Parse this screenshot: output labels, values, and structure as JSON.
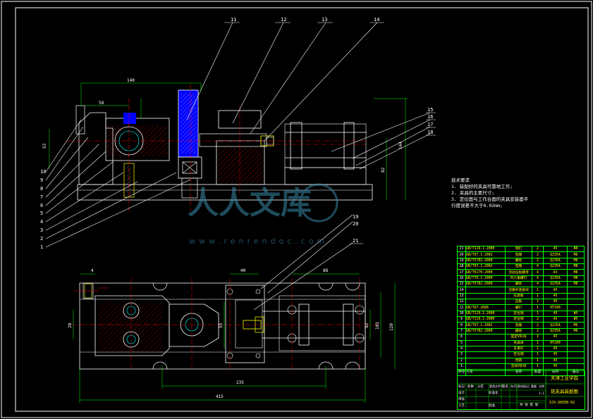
{
  "balloons": {
    "top": [
      "11",
      "12",
      "13",
      "14"
    ],
    "right": [
      "15",
      "16",
      "17",
      "18"
    ],
    "left": [
      "10",
      "9",
      "8",
      "7",
      "6",
      "5",
      "4",
      "3",
      "2",
      "1"
    ],
    "plan": [
      "19",
      "20",
      "21"
    ]
  },
  "dims": {
    "d140": "140",
    "d58": "58",
    "d53": "53",
    "d144": "144",
    "d82": "82",
    "d40": "40",
    "d88": "88",
    "d4": "4",
    "d235": "235",
    "d415": "415",
    "d120": "120",
    "d103": "103",
    "d92": "92",
    "d55": "55",
    "d20": "20"
  },
  "notes": {
    "heading": "技术要求",
    "items": [
      "1. 装配好的夹具可靠地工作;",
      "2. 夹具的主要尺寸;",
      "3. 定位面与工作台面的夹具安装面平",
      "行度误差不大于0.02mm;"
    ]
  },
  "watermark": {
    "brand": "人人文库",
    "url": "www.renrendoc.com"
  },
  "bom": {
    "rows": [
      [
        "21",
        "GB/T119.1-2000",
        "销钉",
        "2",
        "45",
        "Φ8"
      ],
      [
        "20",
        "GB/T97.1-2002",
        "垫圈",
        "2",
        "Q235A",
        "M6"
      ],
      [
        "19",
        "GB/T5782-2000",
        "螺栓",
        "2",
        "Q235A",
        "M6"
      ],
      [
        "18",
        "GB/T97.1-2002",
        "垫圈",
        "4",
        "Q235A",
        "M8"
      ],
      [
        "17",
        "GB/T6170-2000",
        "活动压板螺母",
        "4",
        "A3",
        "M8"
      ],
      [
        "16",
        "GB/T70.1-2000",
        "内六角螺钉",
        "4",
        "Q235A",
        "M8"
      ],
      [
        "15",
        "GB/T5782-2000",
        "螺栓",
        "4",
        "Q235A",
        "M8"
      ],
      [
        "14",
        "",
        "活塞杆连接块",
        "1",
        "45",
        ""
      ],
      [
        "13",
        "",
        "压紧板",
        "1",
        "45",
        ""
      ],
      [
        "12",
        "",
        "压板",
        "1",
        "45",
        ""
      ],
      [
        "11",
        "GB/T67-2000",
        "螺钉",
        "1",
        "HT200",
        ""
      ],
      [
        "10",
        "GB/T119.1-2000",
        "定位销",
        "1",
        "45",
        "Φ5"
      ],
      [
        "9",
        "GB/T119.1-2000",
        "定位销",
        "2",
        "45",
        "Φ5"
      ],
      [
        "8",
        "GB/T97.1-2002",
        "垫圈",
        "2",
        "Q235A",
        "M6"
      ],
      [
        "7",
        "GB/T5782-2000",
        "螺栓",
        "2",
        "Q235A",
        "M6"
      ],
      [
        "6",
        "",
        "固定V形块",
        "1",
        "45",
        ""
      ],
      [
        "5",
        "",
        "夹具体",
        "1",
        "HT200",
        ""
      ],
      [
        "4",
        "",
        "支承钉",
        "1",
        "45",
        ""
      ],
      [
        "3",
        "",
        "定位销",
        "1",
        "45",
        ""
      ],
      [
        "2",
        "",
        "挡销",
        "1",
        "45",
        ""
      ],
      [
        "1",
        "",
        "活动V形块",
        "1",
        "45",
        ""
      ]
    ],
    "header": [
      "序号",
      "代号",
      "名称",
      "数量",
      "材料",
      "备注"
    ]
  },
  "title_block": {
    "school": "天津工业学院",
    "drawing_name": "铣夹具装配图",
    "drawing_no": "XJX-SHZ00-02",
    "cols": [
      "标记",
      "处数",
      "分区",
      "更改文件号",
      "签名",
      "年月日"
    ],
    "stage": "阶段标记",
    "weight": "重量",
    "scale": "比例",
    "sheet": "共 张 第 张",
    "ratio": "1:1",
    "roles": [
      "设计",
      "审核",
      "工艺"
    ],
    "label_std": "标准化",
    "label_app": "批准"
  }
}
